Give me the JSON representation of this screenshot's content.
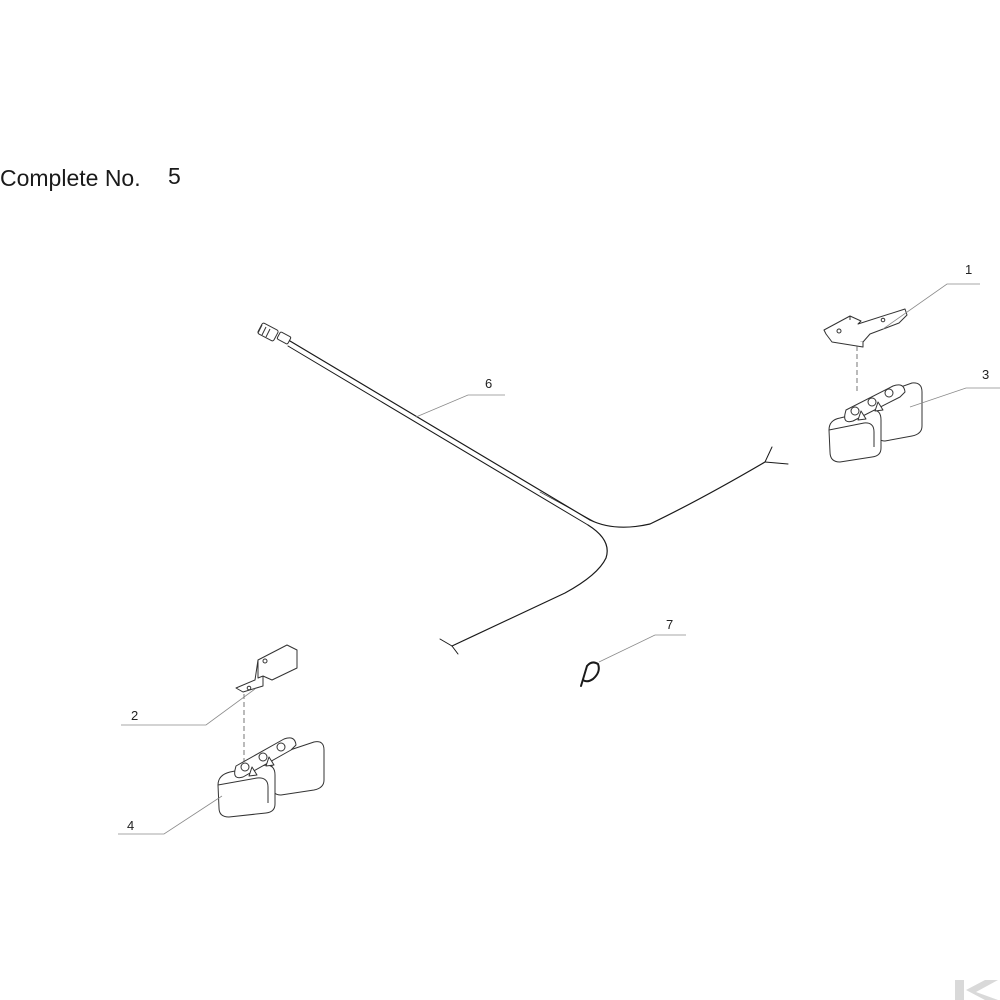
{
  "header": {
    "title_label": "Complete No.",
    "title_number": "5"
  },
  "callouts": [
    {
      "id": "1",
      "label": "1"
    },
    {
      "id": "2",
      "label": "2"
    },
    {
      "id": "3",
      "label": "3"
    },
    {
      "id": "4",
      "label": "4"
    },
    {
      "id": "6",
      "label": "6"
    },
    {
      "id": "7",
      "label": "7"
    }
  ],
  "parts": [
    {
      "callout": "1",
      "icon": "mounting-bracket-icon"
    },
    {
      "callout": "2",
      "icon": "mounting-bracket-icon"
    },
    {
      "callout": "3",
      "icon": "lamp-housing-icon"
    },
    {
      "callout": "4",
      "icon": "lamp-housing-icon"
    },
    {
      "callout": "6",
      "icon": "wiring-harness-icon"
    },
    {
      "callout": "7",
      "icon": "cable-tie-icon"
    }
  ],
  "brand_mark": {
    "icon": "brand-logo-icon",
    "color": "#d9d9d9"
  },
  "colors": {
    "ink": "#1a1a1a",
    "leader": "#8a8a8a",
    "part_stroke": "#333333"
  }
}
